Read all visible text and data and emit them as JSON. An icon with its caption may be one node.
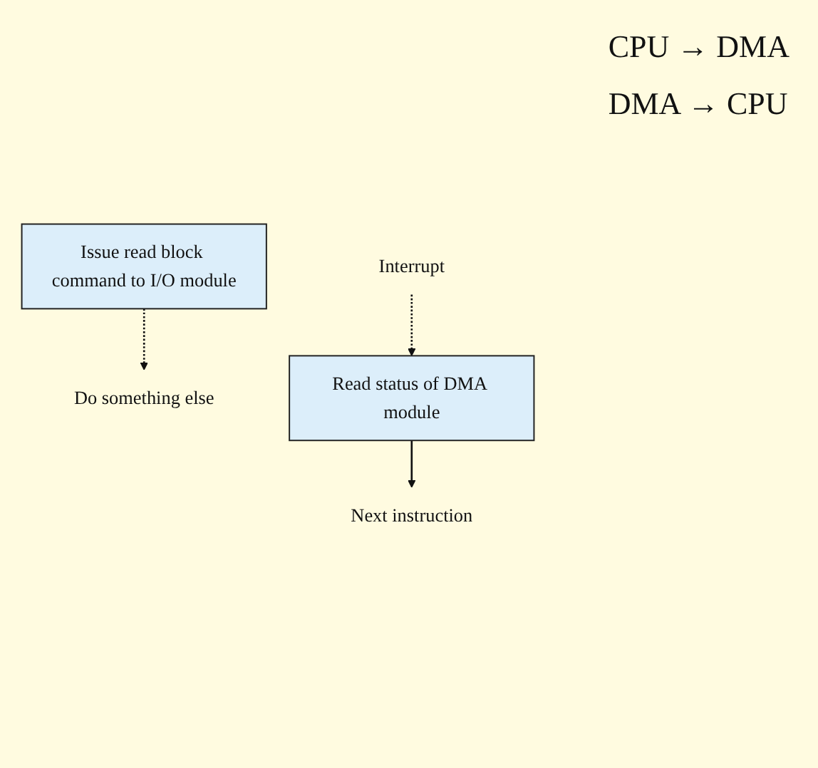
{
  "diagram": {
    "nodes": [
      {
        "text": [
          "Issue read block command to I/O module"
        ]
      },
      {
        "text": [
          "Do something else"
        ]
      },
      {
        "text": [
          "Read status of DMA module"
        ]
      },
      {
        "text": [
          "Interrupt"
        ]
      },
      {
        "text": [
          "Next instruction"
        ]
      }
    ],
    "edges": [
      {
        "from": 0,
        "to": 1,
        "arrow": "to",
        "style": "dashed"
      },
      {
        "from": 3,
        "to": 2,
        "arrow": "to",
        "style": "dashed"
      },
      {
        "from": 2,
        "to": 4,
        "arrow": "to"
      }
    ],
    "labels": [
      "CPU → DMA",
      "DMA → CPU"
    ]
  }
}
